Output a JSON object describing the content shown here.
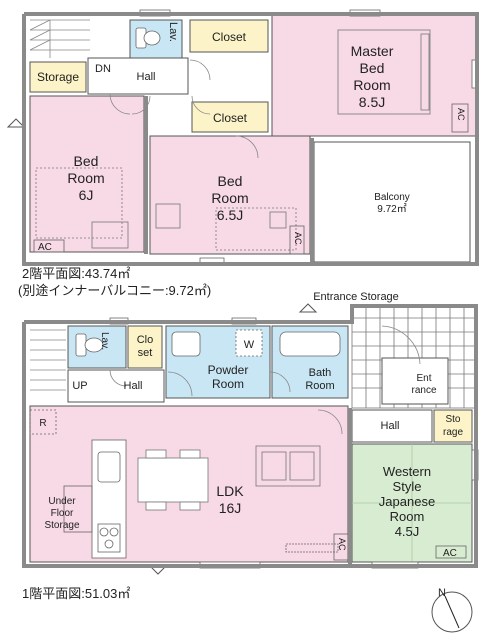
{
  "floor2": {
    "caption_line1": "2階平面図:43.74㎡",
    "caption_line2": "(別途インナーバルコニー:9.72㎡)",
    "rooms": {
      "master_bed": [
        "Master",
        "Bed",
        "Room",
        "8.5J"
      ],
      "bed1": [
        "Bed",
        "Room",
        "6J"
      ],
      "bed2": [
        "Bed",
        "Room",
        "6.5J"
      ],
      "balcony": [
        "Balcony",
        "9.72㎡"
      ],
      "closet_top": "Closet",
      "closet_mid": "Closet",
      "storage": "Storage",
      "lav": "Lav.",
      "dn": "DN",
      "hall": "Hall"
    },
    "ac_label": "AC"
  },
  "floor1": {
    "caption": "1階平面図:51.03㎡",
    "rooms": {
      "ldk": [
        "LDK",
        "16J"
      ],
      "western": [
        "Western",
        "Style",
        "Japanese",
        "Room",
        "4.5J"
      ],
      "powder": [
        "Powder",
        "Room"
      ],
      "bath": [
        "Bath",
        "Room"
      ],
      "closet": [
        "Clo",
        "set"
      ],
      "entrance": [
        "Ent",
        "rance"
      ],
      "entrance_storage": "Entrance Storage",
      "storage": [
        "Sto",
        "rage"
      ],
      "under_floor": [
        "Under",
        "Floor",
        "Storage"
      ],
      "hall_left": "Hall",
      "hall_right": "Hall",
      "lav": "Lav.",
      "up": "UP",
      "w": "W",
      "r": "R"
    },
    "ac_label": "AC"
  },
  "compass": "N",
  "colors": {
    "bedroom_pink": "#f8d9e6",
    "wet_blue": "#c9e6f5",
    "closet_yellow": "#fcf4c8",
    "japanese_green": "#d8ecd2",
    "wall": "#8a8a8a",
    "line": "#555555"
  }
}
